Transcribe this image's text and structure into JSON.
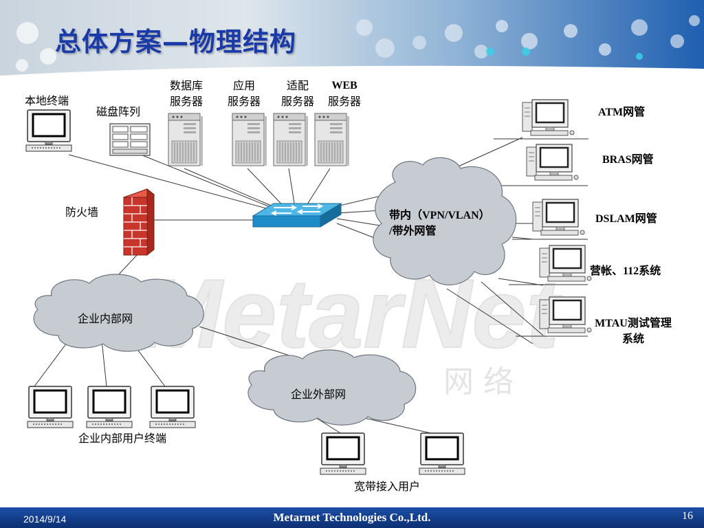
{
  "slide": {
    "title": "总体方案—物理结构",
    "watermark": {
      "wordmark": "MetarNet",
      "suffix": "网  络"
    }
  },
  "diagram": {
    "local_terminal": "本地终端",
    "disk_array": "磁盘阵列",
    "servers": [
      {
        "line1": "数据库",
        "line2": "服务器"
      },
      {
        "line1": "应用",
        "line2": "服务器"
      },
      {
        "line1": "适配",
        "line2": "服务器"
      },
      {
        "line1": "WEB",
        "line2": "服务器"
      }
    ],
    "firewall": "防火墙",
    "core_network": {
      "line1": "带内（VPN/VLAN）",
      "line2": "/带外网管"
    },
    "management_systems": [
      {
        "line1": "ATM网管"
      },
      {
        "line1": "BRAS网管"
      },
      {
        "line1": "DSLAM网管"
      },
      {
        "line1": "营帐、112系统"
      },
      {
        "line1": "MTAU测试管理",
        "line2": "系统"
      }
    ],
    "internal_network": "企业内部网",
    "external_network": "企业外部网",
    "internal_users": "企业内部用户终端",
    "broadband_users": "宽带接入用户"
  },
  "footer": {
    "date": "2014/9/14",
    "company": "Metarnet Technologies Co.,Ltd.",
    "page": "16"
  }
}
